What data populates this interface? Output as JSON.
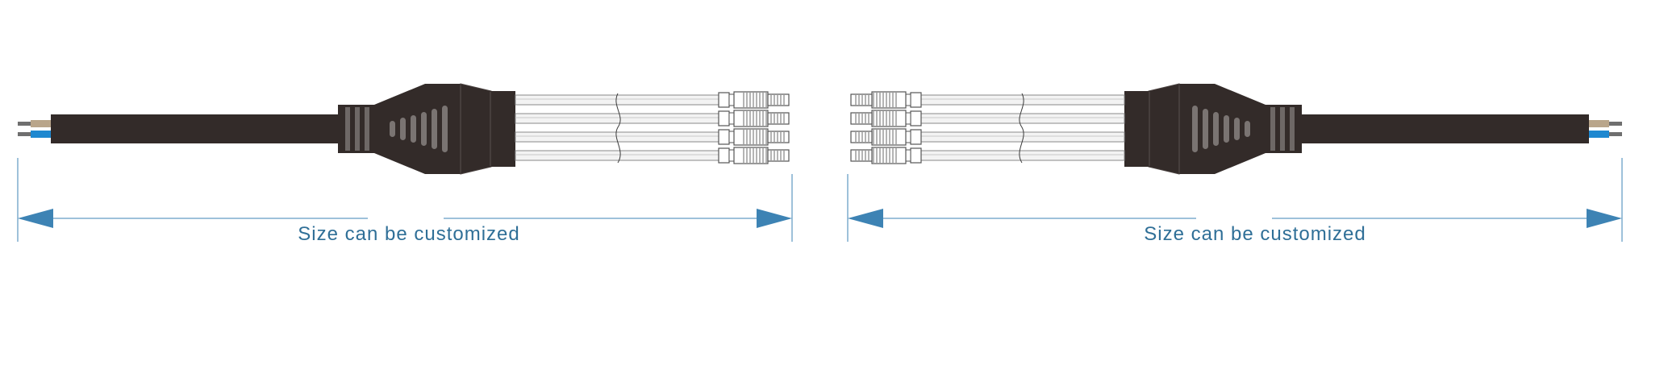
{
  "diagram": {
    "left_assembly": {
      "dimension_label": "Size can be customized",
      "branch_count": 4
    },
    "right_assembly": {
      "dimension_label": "Size can be customized",
      "branch_count": 4
    },
    "colors": {
      "cable_jacket": "#332b29",
      "wire_blue": "#1e88d0",
      "wire_tan": "#b9a58a",
      "wire_gray": "#6f6f6f",
      "dimension_line": "#3d83b4",
      "dimension_text": "#2f6f97",
      "branch_cable": "#f3f3f3",
      "outline": "#555555"
    }
  }
}
